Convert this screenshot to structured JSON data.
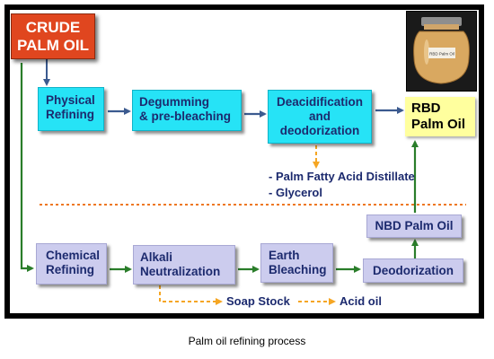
{
  "top_row": {
    "crude": [
      "CRUDE",
      "PALM OIL"
    ],
    "physical": [
      "Physical",
      "Refining"
    ],
    "degumming": [
      "Degumming",
      "& pre-bleaching"
    ],
    "deacid": [
      "Deacidification",
      "and",
      "deodorization"
    ],
    "rbd": [
      "RBD",
      "Palm Oil"
    ],
    "jar_label": "RBD Palm Oil"
  },
  "byproducts": [
    "- Palm Fatty Acid Distillate",
    "- Glycerol"
  ],
  "bottom_row": {
    "chemical": [
      "Chemical",
      "Refining"
    ],
    "alkali": [
      "Alkali",
      "Neutralization"
    ],
    "earth": [
      "Earth",
      "Bleaching"
    ],
    "deodorization": "Deodorization",
    "nbd": "NBD Palm Oil",
    "soap": "Soap Stock",
    "acid": "Acid oil"
  },
  "caption": "Palm oil refining process",
  "colors": {
    "cyan_box": "#26e3f6",
    "lavender_box": "#ccccee",
    "crude_box": "#e0461f",
    "rbd_label": "#ffff9e",
    "arrow_blue": "#3b5a8f",
    "arrow_green": "#2a7d2a",
    "arrow_orange": "#f5a623",
    "divider_orange": "#ee7722"
  }
}
